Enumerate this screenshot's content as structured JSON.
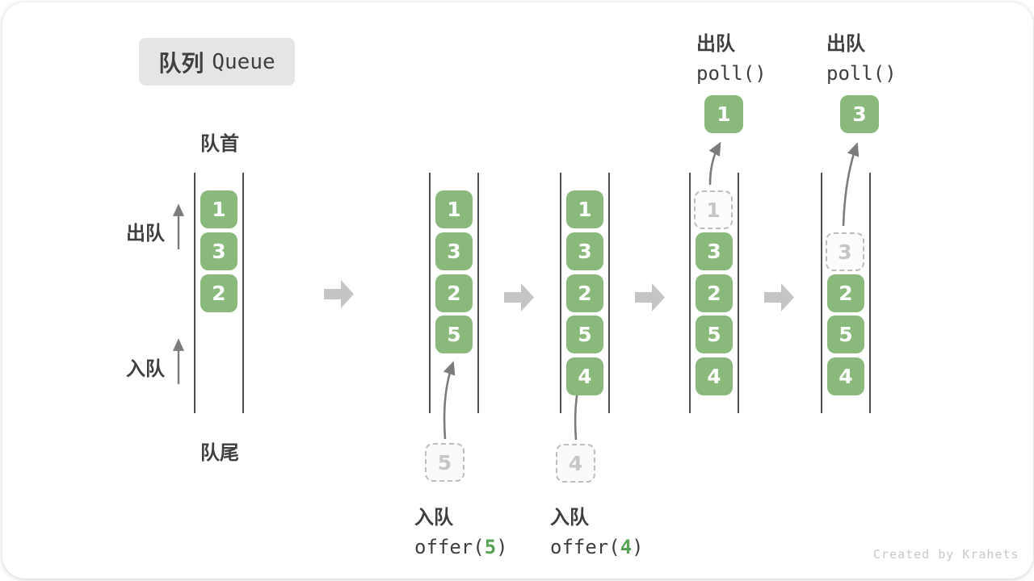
{
  "title": {
    "zh": "队列",
    "en": "Queue"
  },
  "labels": {
    "front": "队首",
    "rear": "队尾",
    "dequeue": "出队",
    "enqueue": "入队"
  },
  "queues": [
    {
      "state": "initial",
      "slots": [
        "1",
        "3",
        "2"
      ]
    },
    {
      "state": "after-offer-5",
      "slots": [
        "1",
        "3",
        "2",
        "5"
      ],
      "incoming": "5",
      "op": {
        "label": "入队",
        "fn": "offer(",
        "arg": "5",
        "close": ")"
      }
    },
    {
      "state": "after-offer-4",
      "slots": [
        "1",
        "3",
        "2",
        "5",
        "4"
      ],
      "incoming": "4",
      "op": {
        "label": "入队",
        "fn": "offer(",
        "arg": "4",
        "close": ")"
      }
    },
    {
      "state": "poll-first",
      "ghost": "1",
      "slots": [
        "3",
        "2",
        "5",
        "4"
      ],
      "popped": "1",
      "op": {
        "label": "出队",
        "fn": "poll()"
      }
    },
    {
      "state": "poll-second",
      "ghost": "3",
      "slots": [
        "2",
        "5",
        "4"
      ],
      "popped": "3",
      "op": {
        "label": "出队",
        "fn": "poll()"
      }
    }
  ],
  "watermark": "Created by Krahets",
  "colors": {
    "green": "#8ab97c",
    "code_green": "#55a355",
    "label_text": "#3f3f3f",
    "title_bg": "#e5e5e5",
    "block_arrow": "#c5c5c5",
    "line_arrow": "#7c7c7c",
    "dashed_border": "#bdbdbd",
    "dashed_text": "#c6c6c6",
    "watermark_gray": "#c8c8c8"
  }
}
